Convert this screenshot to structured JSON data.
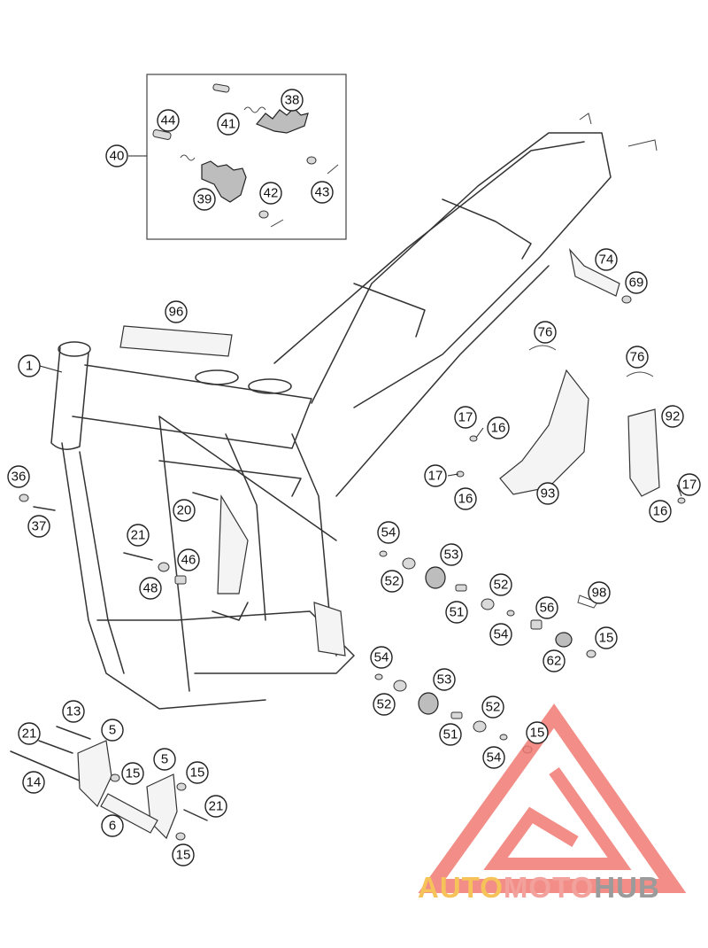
{
  "diagram": {
    "callouts": [
      {
        "id": "c-1",
        "label": "1"
      },
      {
        "id": "c-5a",
        "label": "5"
      },
      {
        "id": "c-5b",
        "label": "5"
      },
      {
        "id": "c-6",
        "label": "6"
      },
      {
        "id": "c-13",
        "label": "13"
      },
      {
        "id": "c-14",
        "label": "14"
      },
      {
        "id": "c-15a",
        "label": "15"
      },
      {
        "id": "c-15b",
        "label": "15"
      },
      {
        "id": "c-15c",
        "label": "15"
      },
      {
        "id": "c-15d",
        "label": "15"
      },
      {
        "id": "c-15e",
        "label": "15"
      },
      {
        "id": "c-16a",
        "label": "16"
      },
      {
        "id": "c-16b",
        "label": "16"
      },
      {
        "id": "c-16c",
        "label": "16"
      },
      {
        "id": "c-17a",
        "label": "17"
      },
      {
        "id": "c-17b",
        "label": "17"
      },
      {
        "id": "c-17c",
        "label": "17"
      },
      {
        "id": "c-20",
        "label": "20"
      },
      {
        "id": "c-21a",
        "label": "21"
      },
      {
        "id": "c-21b",
        "label": "21"
      },
      {
        "id": "c-21c",
        "label": "21"
      },
      {
        "id": "c-36",
        "label": "36"
      },
      {
        "id": "c-37",
        "label": "37"
      },
      {
        "id": "c-38",
        "label": "38"
      },
      {
        "id": "c-39",
        "label": "39"
      },
      {
        "id": "c-40",
        "label": "40"
      },
      {
        "id": "c-41",
        "label": "41"
      },
      {
        "id": "c-42",
        "label": "42"
      },
      {
        "id": "c-43",
        "label": "43"
      },
      {
        "id": "c-44",
        "label": "44"
      },
      {
        "id": "c-46",
        "label": "46"
      },
      {
        "id": "c-48",
        "label": "48"
      },
      {
        "id": "c-51a",
        "label": "51"
      },
      {
        "id": "c-51b",
        "label": "51"
      },
      {
        "id": "c-52a",
        "label": "52"
      },
      {
        "id": "c-52b",
        "label": "52"
      },
      {
        "id": "c-52c",
        "label": "52"
      },
      {
        "id": "c-52d",
        "label": "52"
      },
      {
        "id": "c-53a",
        "label": "53"
      },
      {
        "id": "c-53b",
        "label": "53"
      },
      {
        "id": "c-54a",
        "label": "54"
      },
      {
        "id": "c-54b",
        "label": "54"
      },
      {
        "id": "c-54c",
        "label": "54"
      },
      {
        "id": "c-54d",
        "label": "54"
      },
      {
        "id": "c-56",
        "label": "56"
      },
      {
        "id": "c-62",
        "label": "62"
      },
      {
        "id": "c-69",
        "label": "69"
      },
      {
        "id": "c-74",
        "label": "74"
      },
      {
        "id": "c-76a",
        "label": "76"
      },
      {
        "id": "c-76b",
        "label": "76"
      },
      {
        "id": "c-92",
        "label": "92"
      },
      {
        "id": "c-93",
        "label": "93"
      },
      {
        "id": "c-96",
        "label": "96"
      },
      {
        "id": "c-98",
        "label": "98"
      }
    ]
  },
  "watermark": {
    "part1": "AUTO",
    "part2": "MOTO",
    "part3": "HUB",
    "color_part1": "#f6c25a",
    "color_part2": "#f3a19c",
    "color_part3": "#9b9b9b",
    "logo_color": "#f07a72"
  }
}
